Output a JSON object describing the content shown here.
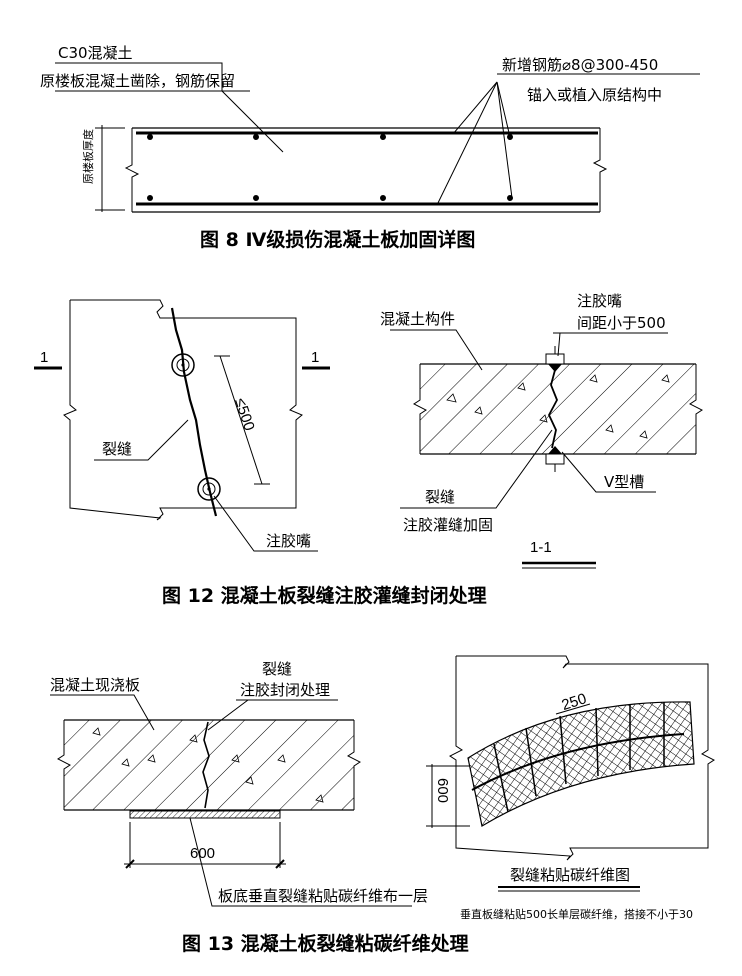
{
  "fig8": {
    "label_concrete": "C30混凝土",
    "label_remove": "原楼板混凝土凿除，钢筋保留",
    "label_new_rebar": "新增钢筋⌀8@300-450",
    "label_anchor": "锚入或植入原结构中",
    "label_thickness": "原楼板厚度",
    "caption": "图 8    Ⅳ级损伤混凝土板加固详图"
  },
  "fig12": {
    "section_mark_left": "1",
    "section_mark_right": "1",
    "label_crack": "裂缝",
    "label_spacing_dim": "≤500",
    "label_nozzle": "注胶嘴",
    "label_member": "混凝土构件",
    "label_nozzle_right": "注胶嘴",
    "label_spacing": "间距小于500",
    "label_vgroove": "V型槽",
    "label_crack_right": "裂缝",
    "label_grout": "注胶灌缝加固",
    "label_section": "1-1",
    "caption": "图 12    混凝土板裂缝注胶灌缝封闭处理"
  },
  "fig13": {
    "label_slab": "混凝土现浇板",
    "label_crack": "裂缝",
    "label_seal": "注胶封闭处理",
    "dim_600": "600",
    "label_cfrp": "板底垂直裂缝粘贴碳纤维布一层",
    "dim_250": "250",
    "dim_600_right": "600",
    "label_cfrp_title": "裂缝粘贴碳纤维图",
    "label_cfrp_note": "垂直板缝粘贴500长单层碳纤维，搭接不小于30",
    "caption": "图 13    混凝土板裂缝粘碳纤维处理"
  }
}
